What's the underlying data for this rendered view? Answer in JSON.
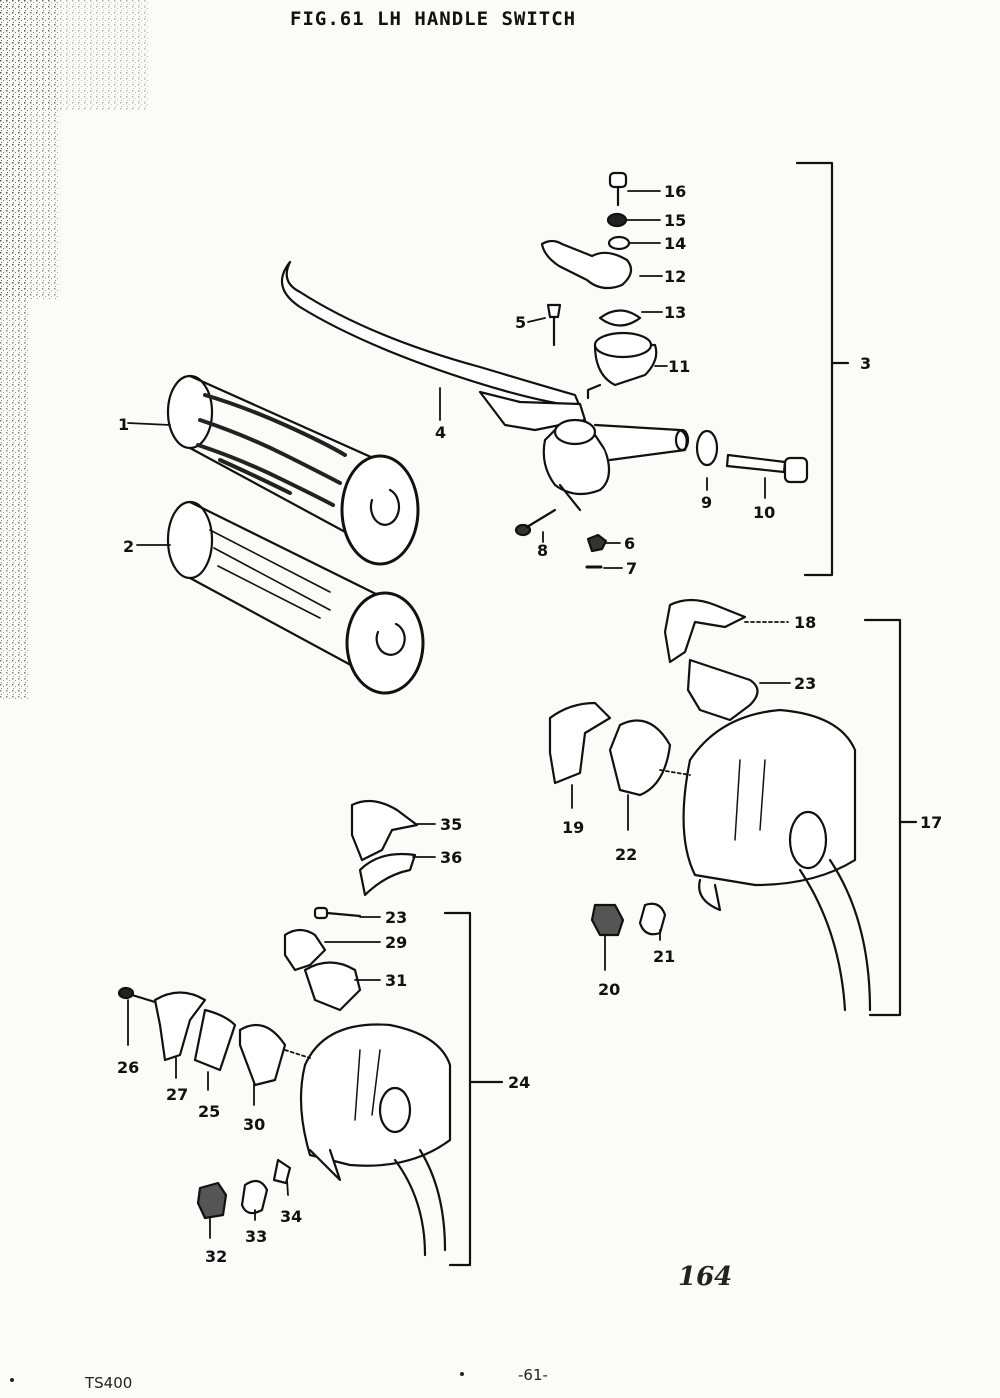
{
  "header": {
    "title": "FIG.61  LH HANDLE SWITCH"
  },
  "page_number": "164",
  "footer": {
    "model": "TS400",
    "page": "-61-"
  },
  "labels": {
    "l1": "1",
    "l2": "2",
    "l3": "3",
    "l4": "4",
    "l5": "5",
    "l6": "6",
    "l7": "7",
    "l8": "8",
    "l9": "9",
    "l10": "10",
    "l11": "11",
    "l12": "12",
    "l13": "13",
    "l14": "14",
    "l15": "15",
    "l16": "16",
    "l17": "17",
    "l18": "18",
    "l19": "19",
    "l20": "20",
    "l21": "21",
    "l22": "22",
    "l23a": "23",
    "l23b": "23",
    "l24": "24",
    "l25": "25",
    "l26": "26",
    "l27": "27",
    "l29": "29",
    "l30": "30",
    "l31": "31",
    "l32": "32",
    "l33": "33",
    "l34": "34",
    "l35": "35",
    "l36": "36"
  }
}
